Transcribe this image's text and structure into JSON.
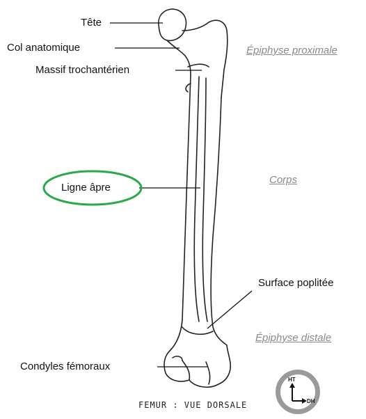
{
  "labels": {
    "tete": "Tête",
    "col": "Col anatomique",
    "massif": "Massif trochantérien",
    "ligne": "Ligne âpre",
    "surface": "Surface poplitée",
    "condyles": "Condyles fémoraux"
  },
  "regions": {
    "proximal": "Épiphyse proximale",
    "corps": "Corps",
    "distal": "Épiphyse distale"
  },
  "caption": "FEMUR : VUE DORSALE",
  "orientation": {
    "up": "HT",
    "right": "DH"
  },
  "colors": {
    "highlight": "#2aa84a",
    "region_text": "#8a8a8a",
    "line": "#111111"
  }
}
